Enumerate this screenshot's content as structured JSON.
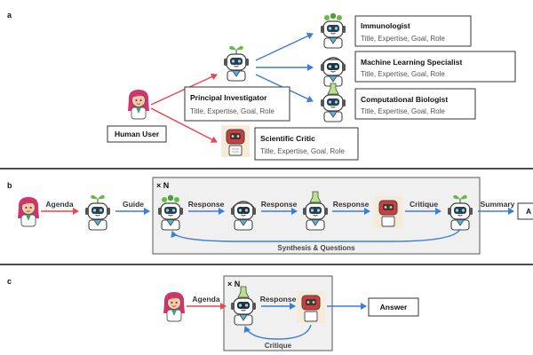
{
  "panel_a": {
    "letter": "a",
    "human_user": "Human User",
    "principal_investigator": {
      "title": "Principal Investigator",
      "sub": "Title, Expertise, Goal, Role"
    },
    "scientific_critic": {
      "title": "Scientific Critic",
      "sub": "Title, Expertise, Goal, Role"
    },
    "agents": [
      {
        "title": "Immunologist",
        "sub": "Title, Expertise, Goal, Role"
      },
      {
        "title": "Machine Learning Specialist",
        "sub": "Title, Expertise, Goal, Role"
      },
      {
        "title": "Computational Biologist",
        "sub": "Title, Expertise, Goal, Role"
      }
    ]
  },
  "panel_b": {
    "letter": "b",
    "times_n": "× N",
    "agenda": "Agenda",
    "guide": "Guide",
    "response1": "Response",
    "response2": "Response",
    "response3": "Response",
    "critique": "Critique",
    "summary": "Summary",
    "answer_partial": "A",
    "loop": "Synthesis & Questions"
  },
  "panel_c": {
    "letter": "c",
    "times_n": "× N",
    "agenda": "Agenda",
    "response": "Response",
    "critique": "Critique",
    "answer": "Answer"
  },
  "colors": {
    "red_arrow": "#e8474f",
    "blue_arrow": "#3b7dd8",
    "panel_gray": "#f0f0f0",
    "human": "#e0407a",
    "pi_green": "#66bb44",
    "critic_red": "#d23b3b",
    "robot_blue": "#5ab0d8"
  }
}
